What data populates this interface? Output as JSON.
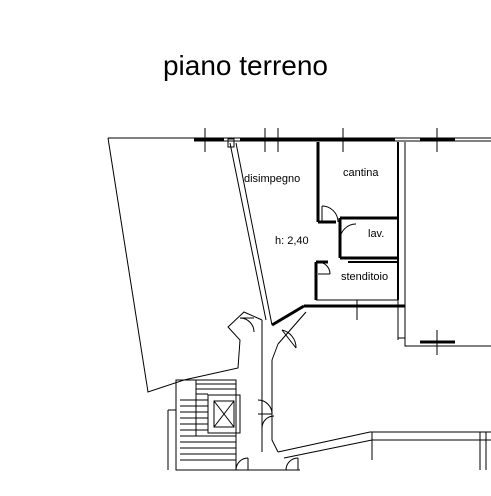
{
  "title": "piano terreno",
  "rooms": {
    "disimpegno": "disimpegno",
    "cantina": "cantina",
    "height_note": "h: 2,40",
    "lav": "lav.",
    "stenditoio": "stenditoio"
  },
  "colors": {
    "ink": "#000000",
    "paper": "#ffffff",
    "hatch": "#6a6a6a"
  }
}
